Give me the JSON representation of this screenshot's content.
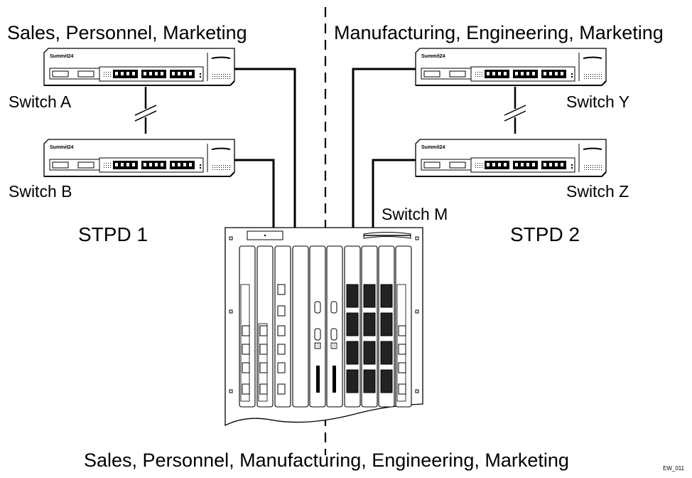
{
  "labels": {
    "group_left": "Sales, Personnel, Marketing",
    "group_right": "Manufacturing, Engineering, Marketing",
    "group_bottom": "Sales, Personnel, Manufacturing, Engineering, Marketing",
    "switch_a": "Switch A",
    "switch_b": "Switch B",
    "switch_y": "Switch Y",
    "switch_z": "Switch Z",
    "switch_m": "Switch M",
    "stpd_1": "STPD 1",
    "stpd_2": "STPD 2",
    "figure_id": "EW_011"
  },
  "devices": {
    "brand_a": "Summit24",
    "brand_b": "Summit24",
    "brand_y": "Summit24",
    "brand_z": "Summit24"
  }
}
